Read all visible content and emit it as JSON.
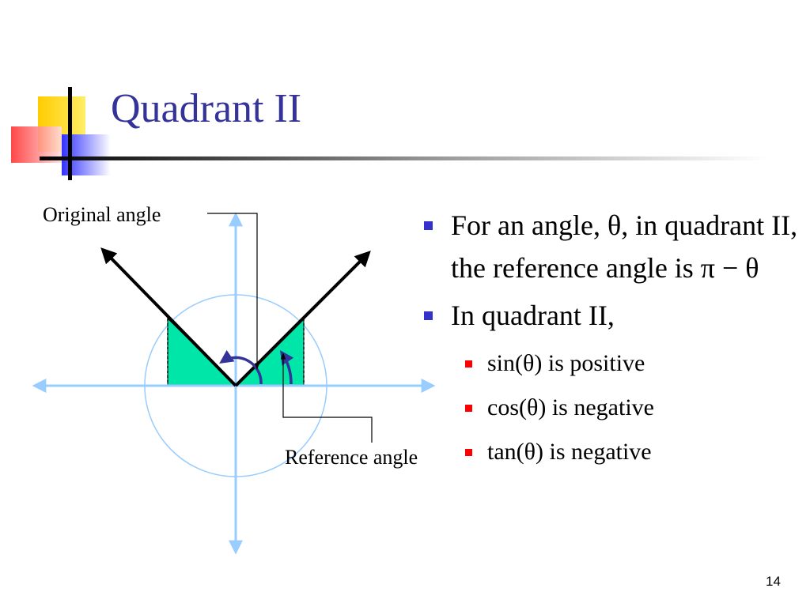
{
  "slide": {
    "title": "Quadrant II",
    "page_number": "14"
  },
  "diagram": {
    "labels": {
      "original_angle": "Original angle",
      "reference_angle": "Reference angle"
    }
  },
  "bullets": [
    {
      "text": "For an angle, θ, in quadrant II, the reference angle is π − θ",
      "sub_bullets": []
    },
    {
      "text": "In quadrant II,",
      "sub_bullets": [
        "sin(θ) is positive",
        "cos(θ) is negative",
        "tan(θ) is negative"
      ]
    }
  ],
  "colors": {
    "title": "#333399",
    "bullet_level1": "#3333cc",
    "bullet_level2": "#ff0000",
    "axis": "#99ccff",
    "fill": "#00e6a8",
    "arc": "#333399"
  }
}
